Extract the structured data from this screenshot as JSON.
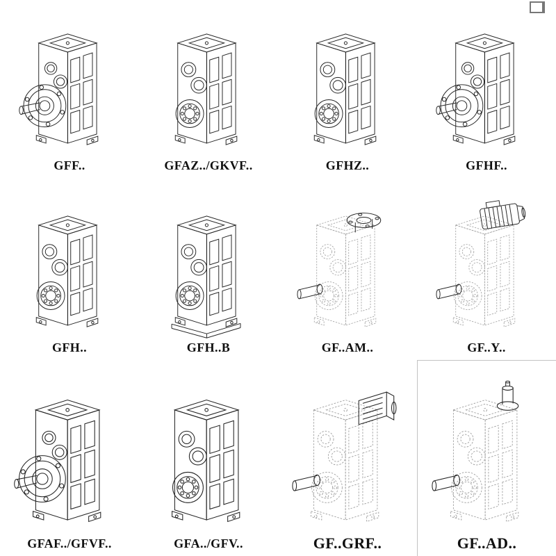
{
  "page": {
    "background": "#ffffff",
    "ink_stroke": "#222222",
    "phantom_stroke": "#9a9a9a"
  },
  "catalog": {
    "cells": [
      {
        "label": "GFF..",
        "icon_layers": [
          {
            "icon": "housing",
            "style": "solid"
          },
          {
            "icon": "flange-output",
            "style": "solid"
          }
        ]
      },
      {
        "label": "GFAZ../GKVF..",
        "icon_layers": [
          {
            "icon": "housing",
            "style": "solid"
          },
          {
            "icon": "shaft-bores",
            "style": "solid"
          }
        ]
      },
      {
        "label": "GFHZ..",
        "icon_layers": [
          {
            "icon": "housing",
            "style": "solid"
          },
          {
            "icon": "shaft-bores",
            "style": "solid"
          }
        ]
      },
      {
        "label": "GFHF..",
        "icon_layers": [
          {
            "icon": "housing",
            "style": "solid"
          },
          {
            "icon": "flange-output",
            "style": "solid"
          }
        ]
      },
      {
        "label": "GFH..",
        "icon_layers": [
          {
            "icon": "housing",
            "style": "solid"
          },
          {
            "icon": "shaft-bores",
            "style": "solid"
          }
        ]
      },
      {
        "label": "GFH..B",
        "icon_layers": [
          {
            "icon": "housing",
            "style": "solid"
          },
          {
            "icon": "shaft-bores",
            "style": "solid"
          },
          {
            "icon": "base-rails",
            "style": "solid"
          }
        ]
      },
      {
        "label": "GF..AM..",
        "icon_layers": [
          {
            "icon": "housing",
            "style": "phantom"
          },
          {
            "icon": "shaft-bores",
            "style": "phantom"
          },
          {
            "icon": "top-flange",
            "style": "solid"
          },
          {
            "icon": "output-shaft",
            "style": "solid"
          }
        ]
      },
      {
        "label": "GF..Y..",
        "icon_layers": [
          {
            "icon": "housing",
            "style": "phantom"
          },
          {
            "icon": "shaft-bores",
            "style": "phantom"
          },
          {
            "icon": "motor",
            "style": "solid"
          },
          {
            "icon": "output-shaft",
            "style": "solid"
          }
        ]
      },
      {
        "label": "GFAF../GFVF..",
        "icon_layers": [
          {
            "icon": "housing",
            "style": "solid"
          },
          {
            "icon": "flange-output",
            "style": "solid"
          }
        ]
      },
      {
        "label": "GFA../GFV..",
        "icon_layers": [
          {
            "icon": "housing",
            "style": "solid"
          },
          {
            "icon": "shaft-bores",
            "style": "solid"
          }
        ]
      },
      {
        "label": "GF..GRF..",
        "label_size": "large",
        "icon_layers": [
          {
            "icon": "housing",
            "style": "phantom"
          },
          {
            "icon": "shaft-bores",
            "style": "phantom"
          },
          {
            "icon": "input-adapter",
            "style": "solid"
          },
          {
            "icon": "output-shaft",
            "style": "solid"
          }
        ]
      },
      {
        "label": "GF..AD..",
        "label_size": "large",
        "boxed": true,
        "icon_layers": [
          {
            "icon": "housing",
            "style": "phantom"
          },
          {
            "icon": "shaft-bores",
            "style": "phantom"
          },
          {
            "icon": "input-shaft",
            "style": "solid"
          },
          {
            "icon": "output-shaft",
            "style": "solid"
          }
        ]
      }
    ]
  }
}
